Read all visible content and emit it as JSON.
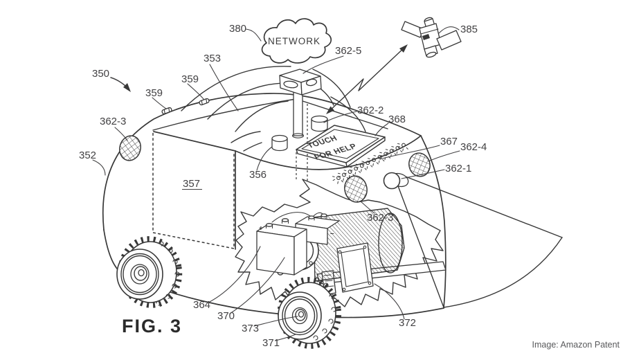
{
  "figure": {
    "title": "FIG. 3",
    "credit": "Image: Amazon Patent"
  },
  "colors": {
    "line": "#383838",
    "label": "#414042",
    "credit": "#58595b",
    "background": "#ffffff"
  },
  "touch_panel": {
    "line1": "TOUCH",
    "line2": "FOR HELP"
  },
  "battery_marks": {
    "plus": "+",
    "minus": "–"
  },
  "labels": [
    {
      "text": "380"
    },
    {
      "text": "NETWORK"
    },
    {
      "text": "362-5"
    },
    {
      "text": "385"
    },
    {
      "text": "350"
    },
    {
      "text": "353"
    },
    {
      "text": "359"
    },
    {
      "text": "359"
    },
    {
      "text": "362-3"
    },
    {
      "text": "352"
    },
    {
      "text": "357"
    },
    {
      "text": "356"
    },
    {
      "text": "362-2"
    },
    {
      "text": "368"
    },
    {
      "text": "367"
    },
    {
      "text": "362-4"
    },
    {
      "text": "362-1"
    },
    {
      "text": "362-3"
    },
    {
      "text": "364"
    },
    {
      "text": "370"
    },
    {
      "text": "373"
    },
    {
      "text": "371"
    },
    {
      "text": "372"
    }
  ]
}
